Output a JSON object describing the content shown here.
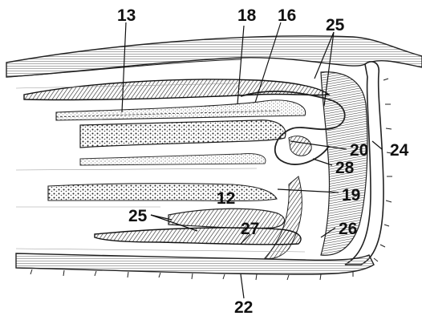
{
  "labels": {
    "n13": "13",
    "n18": "18",
    "n16": "16",
    "n25_top": "25",
    "n20": "20",
    "n24": "24",
    "n28": "28",
    "n12": "12",
    "n19": "19",
    "n25_left": "25",
    "n27": "27",
    "n26": "26",
    "n22": "22"
  }
}
